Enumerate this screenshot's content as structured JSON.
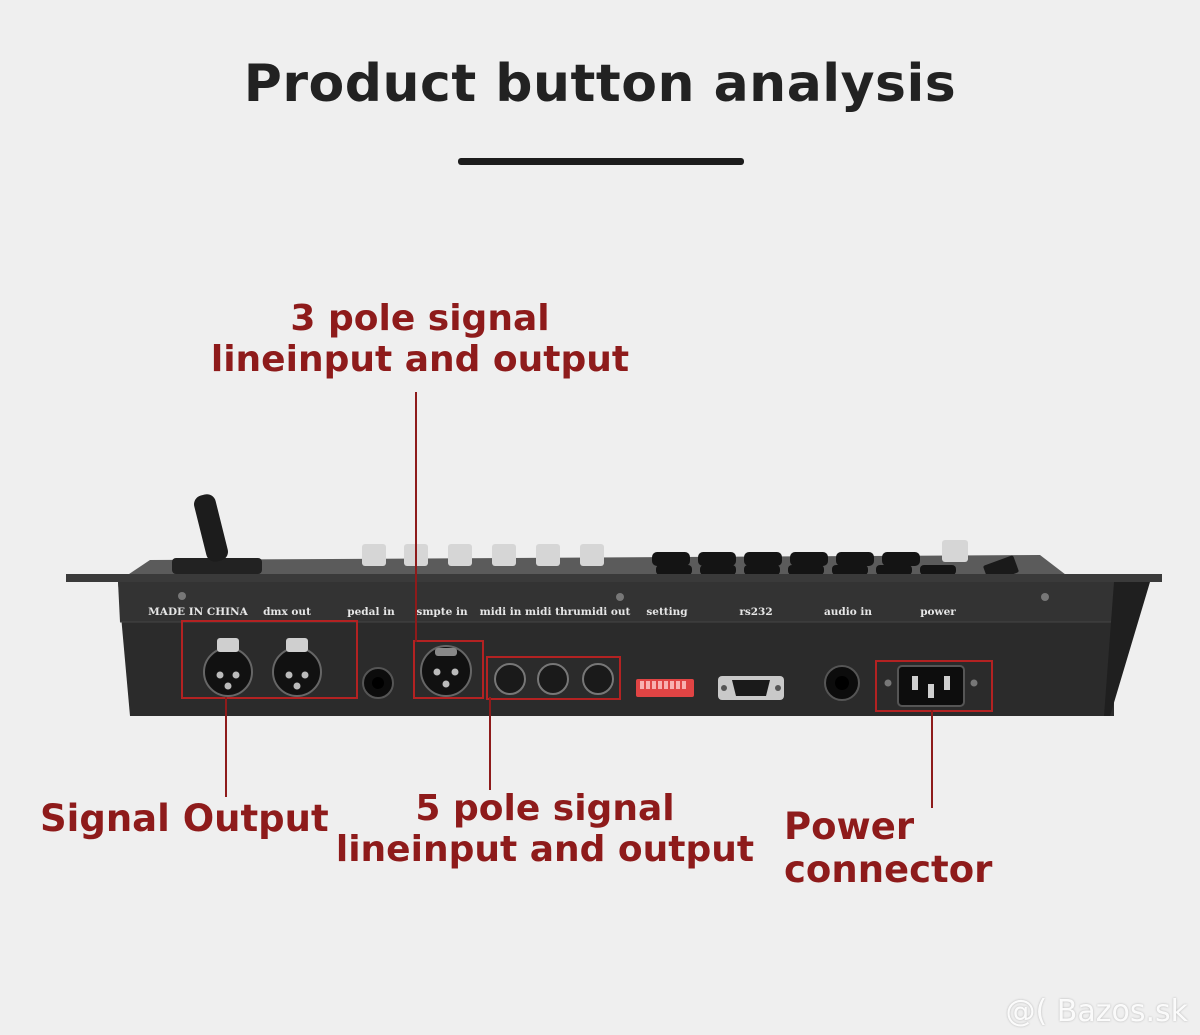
{
  "header": {
    "title": "Product button analysis"
  },
  "callouts": {
    "three_pole": {
      "line1": "3 pole signal",
      "line2": "lineinput and output"
    },
    "five_pole": {
      "line1": "5 pole signal",
      "line2": "lineinput and output"
    },
    "signal_output": "Signal Output",
    "power_connector": "Power connector"
  },
  "panel_labels": {
    "made_in": "MADE IN CHINA",
    "dmx_out": "dmx out",
    "pedal_in": "pedal in",
    "smpte_in": "smpte in",
    "midi": "midi in midi thrumidi out",
    "setting": "setting",
    "rs232": "rs232",
    "audio_in": "audio in",
    "power": "power"
  },
  "watermark": "@( Bazos.sk",
  "colors": {
    "accent": "#8e1b1b",
    "panel": "#2a2a2a",
    "background": "#efefef"
  }
}
